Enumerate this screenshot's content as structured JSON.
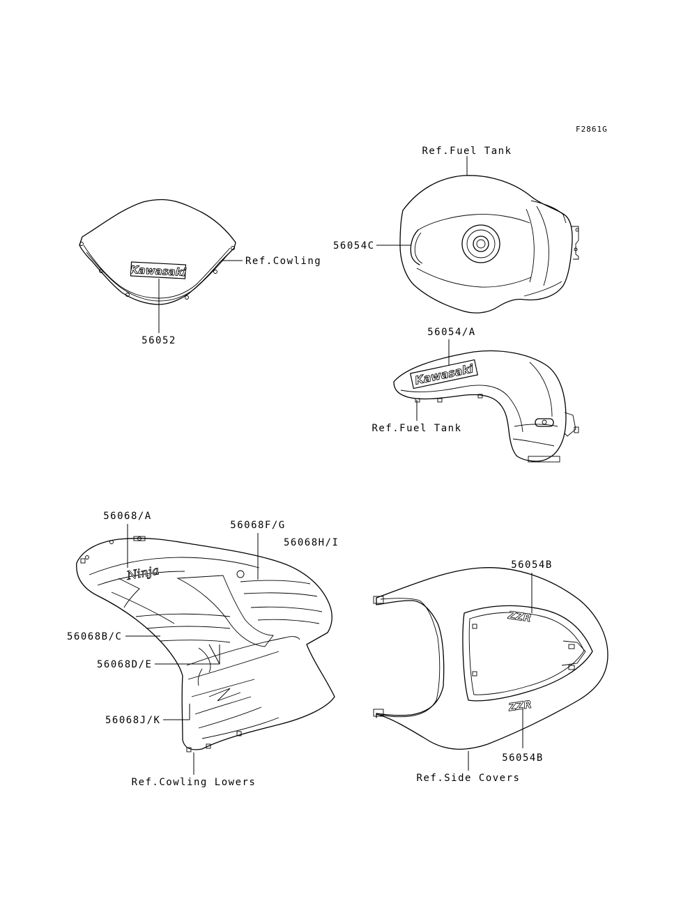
{
  "figure_code": "F2861G",
  "callouts": {
    "windshield_ref": "Ref.Cowling",
    "windshield_part": "56052",
    "tank_top_ref": "Ref.Fuel Tank",
    "tank_top_part": "56054C",
    "tank_side_part": "56054/A",
    "tank_side_ref": "Ref.Fuel Tank",
    "cowl_part_a": "56068/A",
    "cowl_part_fg": "56068F/G",
    "cowl_part_hi": "56068H/I",
    "cowl_part_bc": "56068B/C",
    "cowl_part_de": "56068D/E",
    "cowl_part_jk": "56068J/K",
    "cowl_ref": "Ref.Cowling Lowers",
    "cover_part_upper": "56054B",
    "cover_part_lower": "56054B",
    "cover_ref": "Ref.Side Covers"
  },
  "decals": {
    "windshield_logo": "Kawasaki",
    "tank_logo": "Kawasaki",
    "cowl_script": "Ninja",
    "cover_upper": "ZZR",
    "cover_lower": "ZZR"
  },
  "colors": {
    "ink": "#000000",
    "paper": "#ffffff"
  }
}
